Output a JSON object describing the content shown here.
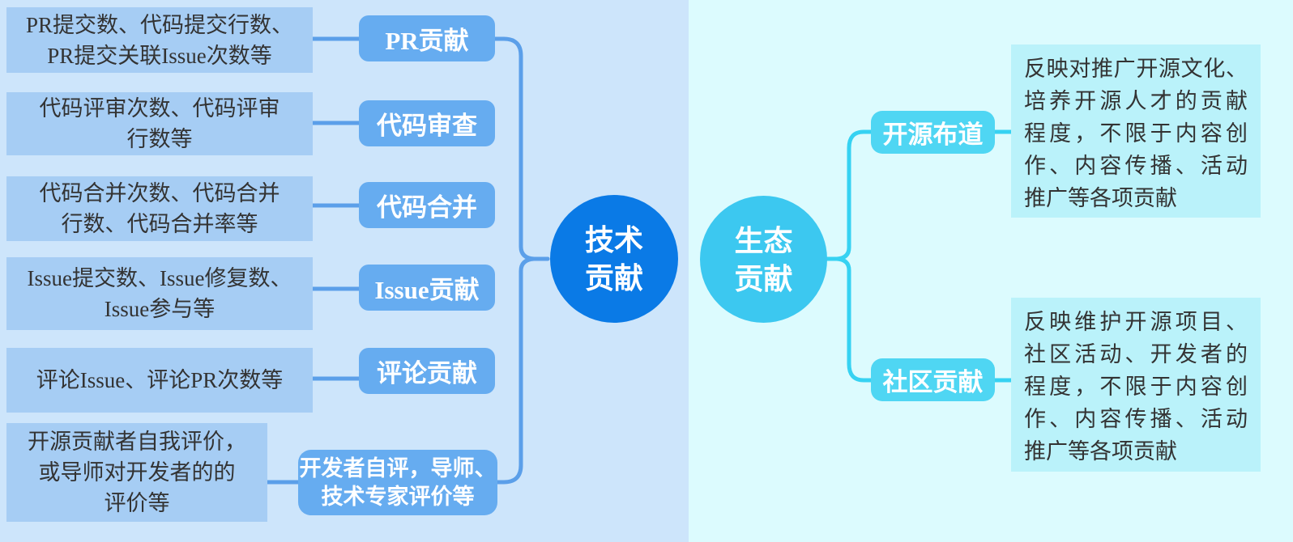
{
  "palette": {
    "bg_left": "#cde5fb",
    "bg_right": "#dcfbfe",
    "left_desc_box": "#a6cdf4",
    "left_node": "#66acf0",
    "left_line": "#5b9fe9",
    "tech_circle": "#0a7ae6",
    "eco_circle": "#3cc8f0",
    "right_node": "#4fd6f3",
    "right_line": "#36d2f2",
    "right_desc_box": "#baf2fa",
    "desc_text": "#333333",
    "node_text": "#ffffff"
  },
  "tech_branch": {
    "parent": {
      "line1": "技术",
      "line2": "贡献"
    },
    "items": [
      {
        "node_label": "PR贡献",
        "desc_lines": [
          "PR提交数、代码提交行数、",
          "PR提交关联Issue次数等"
        ]
      },
      {
        "node_label": "代码审查",
        "desc_lines": [
          "代码评审次数、代码评审",
          "行数等"
        ]
      },
      {
        "node_label": "代码合并",
        "desc_lines": [
          "代码合并次数、代码合并",
          "行数、代码合并率等"
        ]
      },
      {
        "node_label": "Issue贡献",
        "desc_lines": [
          "Issue提交数、Issue修复数、",
          "Issue参与等"
        ]
      },
      {
        "node_label": "评论贡献",
        "desc_lines": [
          "评论Issue、评论PR次数等"
        ]
      },
      {
        "node_label_lines": [
          "开发者自评，导师、",
          "技术专家评价等"
        ],
        "desc_lines": [
          "开源贡献者自我评价，",
          "或导师对开发者的的",
          "评价等"
        ]
      }
    ]
  },
  "eco_branch": {
    "parent": {
      "line1": "生态",
      "line2": "贡献"
    },
    "items": [
      {
        "node_label": "开源布道",
        "desc_lines": [
          "反映对推广开源文化、",
          "培养开源人才的贡献",
          "程度，不限于内容创",
          "作、内容传播、活动",
          "推广等各项贡献"
        ]
      },
      {
        "node_label": "社区贡献",
        "desc_lines": [
          "反映维护开源项目、",
          "社区活动、开发者的",
          "程度，不限于内容创",
          "作、内容传播、活动",
          "推广等各项贡献"
        ]
      }
    ]
  }
}
